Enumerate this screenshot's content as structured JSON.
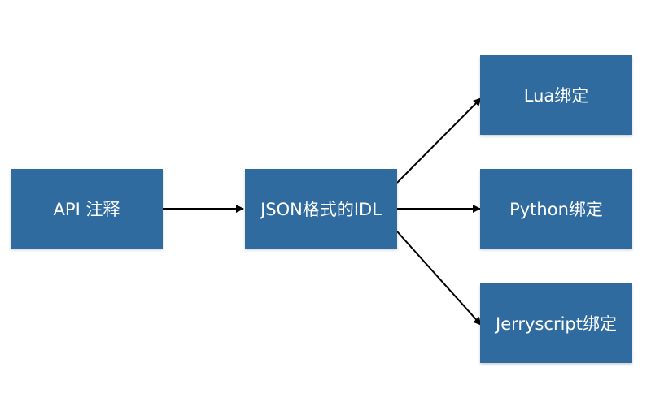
{
  "diagram": {
    "nodes": {
      "api": "API 注释",
      "json": "JSON格式的IDL",
      "lua": "Lua绑定",
      "python": "Python绑定",
      "jerryscript": "Jerryscript绑定"
    },
    "edges": [
      {
        "from": "api",
        "to": "json"
      },
      {
        "from": "json",
        "to": "lua"
      },
      {
        "from": "json",
        "to": "python"
      },
      {
        "from": "json",
        "to": "jerryscript"
      }
    ],
    "colors": {
      "node_fill": "#2f6b9e",
      "node_text": "#ffffff",
      "edge": "#000000"
    }
  }
}
